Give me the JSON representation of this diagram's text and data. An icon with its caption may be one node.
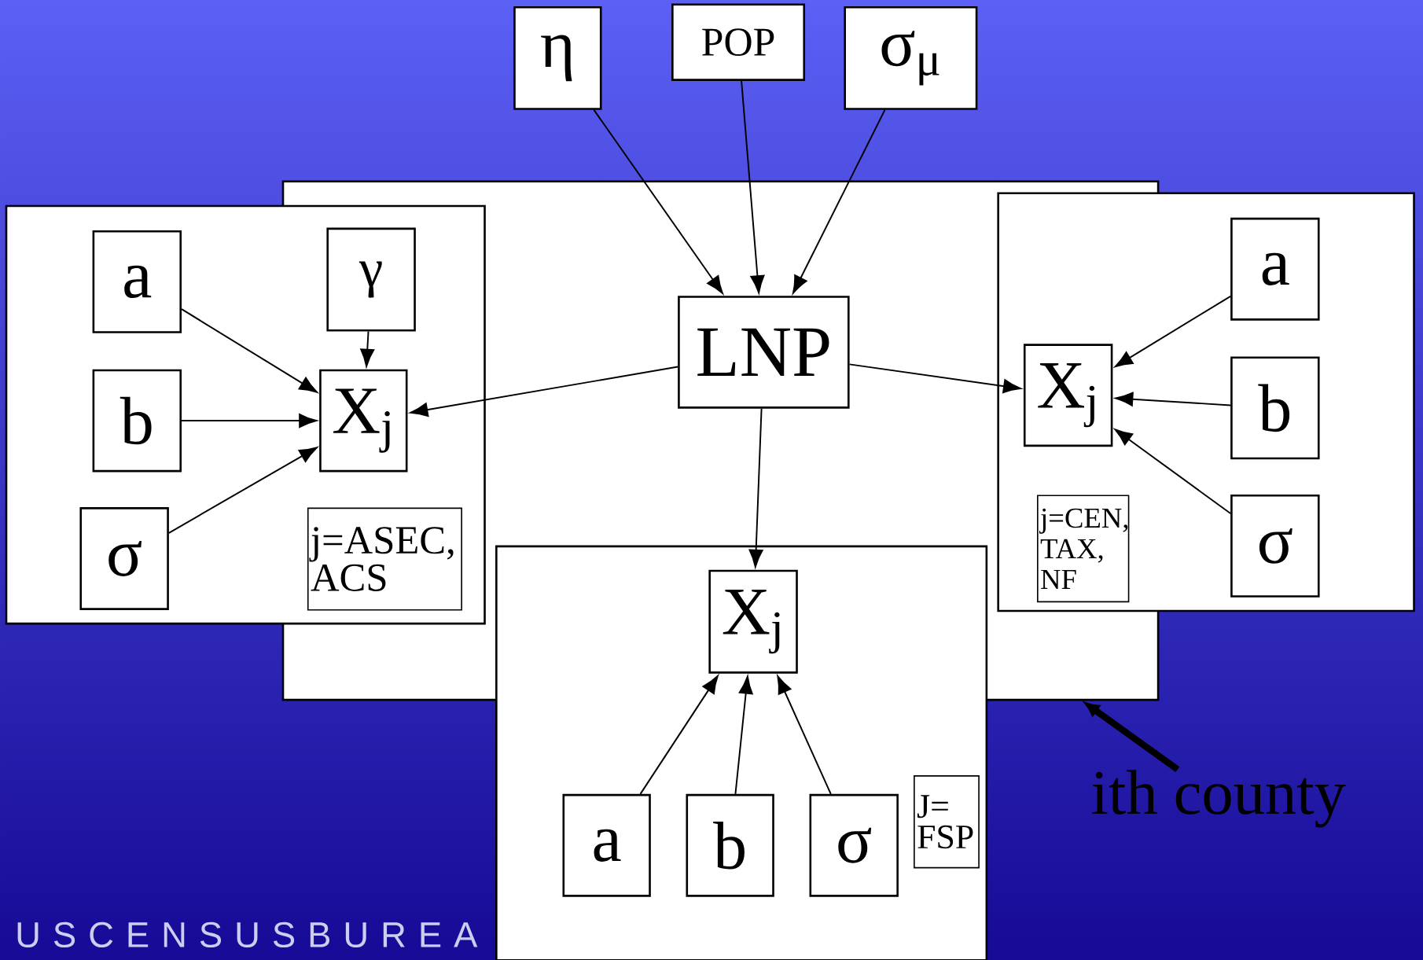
{
  "diagram": {
    "nodes": [
      {
        "text": [
          "η"
        ]
      },
      {
        "text": [
          "POP"
        ]
      },
      {
        "text": [
          "σ$_{μ}$"
        ]
      },
      {
        "text": [],
        "shape": "box"
      },
      {
        "text": [
          "LNP"
        ],
        "in": 3
      },
      {
        "text": [],
        "shape": "box"
      },
      {
        "text": [
          "a"
        ],
        "in": 5
      },
      {
        "text": [
          "γ"
        ]
      },
      {
        "text": [
          "X$_{j}$"
        ]
      },
      {
        "text": [
          "b"
        ],
        "in": 5
      },
      {
        "text": [
          "σ"
        ],
        "in": 5
      },
      {
        "text": [
          "j=ASEC, ACS"
        ]
      },
      {
        "text": [],
        "shape": "box"
      },
      {
        "text": [
          "a"
        ],
        "in": 12
      },
      {
        "text": [
          "X$_{j}$"
        ]
      },
      {
        "text": [
          "b"
        ],
        "in": 12
      },
      {
        "text": [
          "σ"
        ],
        "in": 12
      },
      {
        "text": [
          "j=CEN, TAX, NF"
        ]
      },
      {
        "text": [],
        "shape": "box"
      },
      {
        "text": [
          "X$_{j}$"
        ]
      },
      {
        "text": [
          "a"
        ],
        "in": 18
      },
      {
        "text": [
          "b"
        ],
        "in": 18
      },
      {
        "text": [
          "σ"
        ],
        "in": 18
      },
      {
        "text": [
          "J= FSP"
        ],
        "in": 18
      },
      {
        "text": [
          "ith county"
        ]
      }
    ],
    "edges": [
      {
        "from": 0,
        "to": 4,
        "arrow": "to"
      },
      {
        "from": 1,
        "to": 4,
        "arrow": "to"
      },
      {
        "from": 2,
        "to": 4,
        "arrow": "to"
      },
      {
        "from": 4,
        "to": 8,
        "arrow": "to"
      },
      {
        "from": 4,
        "to": 14,
        "arrow": "to"
      },
      {
        "from": 4,
        "to": 19,
        "arrow": "to"
      },
      {
        "from": 6,
        "to": 8,
        "arrow": "to"
      },
      {
        "from": 7,
        "to": 8,
        "arrow": "to"
      },
      {
        "from": 9,
        "to": 8,
        "arrow": "to"
      },
      {
        "from": 10,
        "to": 8,
        "arrow": "to"
      },
      {
        "from": 13,
        "to": 14,
        "arrow": "to"
      },
      {
        "from": 15,
        "to": 14,
        "arrow": "to"
      },
      {
        "from": 16,
        "to": 14,
        "arrow": "to"
      },
      {
        "from": 20,
        "to": 19,
        "arrow": "to"
      },
      {
        "from": 21,
        "to": 19,
        "arrow": "to"
      },
      {
        "from": 22,
        "to": 19,
        "arrow": "to"
      },
      {
        "from": 24,
        "to": 3,
        "arrow": "to",
        "style": "thick"
      }
    ],
    "labels": [
      "U S C E N S U S B U R E A"
    ]
  }
}
